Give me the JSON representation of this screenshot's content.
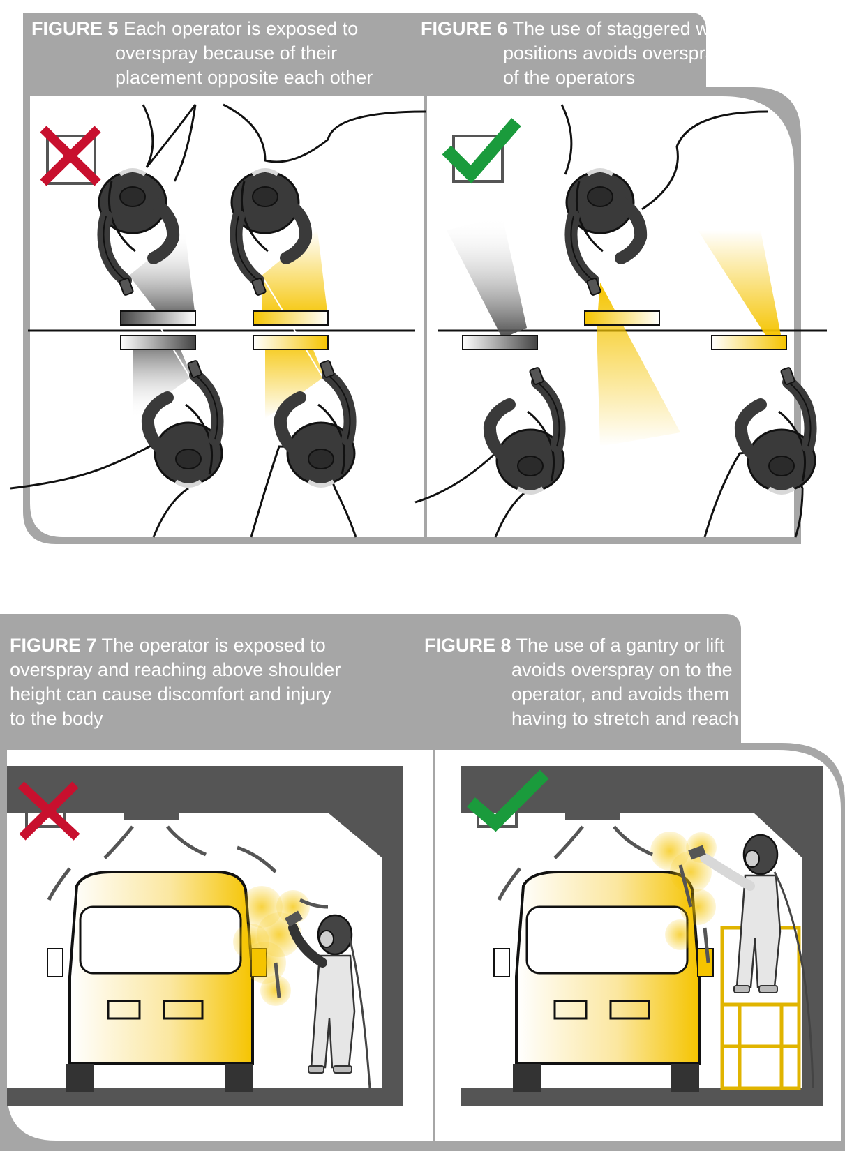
{
  "figures": [
    {
      "number": "FIGURE 5",
      "lines": [
        "Each operator is exposed to",
        "overspray because of their",
        "placement opposite each other"
      ],
      "verdict": "incorrect",
      "verdict_icon": "red-cross-icon"
    },
    {
      "number": "FIGURE 6",
      "lines": [
        "The use of staggered work",
        "positions avoids overspray",
        "of the operators"
      ],
      "verdict": "correct",
      "verdict_icon": "green-check-icon"
    },
    {
      "number": "FIGURE 7",
      "lines": [
        "The operator is exposed to",
        "overspray and reaching above shoulder",
        "height can cause discomfort and injury",
        "to the body"
      ],
      "verdict": "incorrect",
      "verdict_icon": "red-cross-icon"
    },
    {
      "number": "FIGURE 8",
      "lines": [
        "The use of a gantry or lift",
        "avoids overspray on to the",
        "operator, and avoids them",
        "having to stretch and reach"
      ],
      "verdict": "correct",
      "verdict_icon": "green-check-icon"
    }
  ],
  "colors": {
    "caption_bg": "#a6a6a6",
    "frame": "#a6a6a6",
    "spray_yellow": "#f5c400",
    "spray_grey": "#555555",
    "booth_dark": "#555555",
    "cross_red": "#c8102e",
    "check_green": "#1a9b3c"
  }
}
